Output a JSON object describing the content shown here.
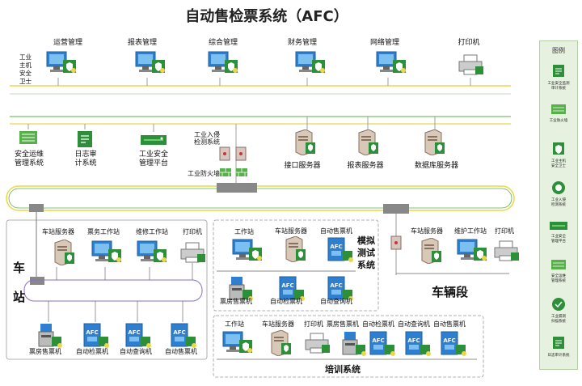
{
  "title": "自动售检票系统（AFC）",
  "top_row": [
    "运营管理",
    "报表管理",
    "综合管理",
    "财务管理",
    "网络管理",
    "打印机"
  ],
  "host_guard": "工业\n主机\n安全\n卫士",
  "security_row": [
    "安全运维\n管理系统",
    "日志审\n计系统",
    "工业安全\n管理平台"
  ],
  "ids_label": "工业入侵\n检测系统",
  "firewall_label": "工业防火墙",
  "servers": [
    "接口服务器",
    "报表服务器",
    "数据库服务器"
  ],
  "station": {
    "name_top": "车",
    "name_bottom": "站",
    "top": [
      "车站服务器",
      "票务工作站",
      "维修工作站",
      "打印机"
    ],
    "bottom": [
      "票房售票机",
      "自动检票机",
      "自动查询机",
      "自动售票机"
    ]
  },
  "sim": {
    "name": "模拟\n测试\n系统",
    "top": [
      "工作站",
      "车站服务器",
      "自动售票机"
    ],
    "bottom": [
      "票房售票机",
      "自动检票机",
      "自动查询机"
    ]
  },
  "depot": {
    "name": "车辆段",
    "top": [
      "车站服务器",
      "维护工作站",
      "打印机"
    ]
  },
  "training": {
    "name": "培训系统",
    "items": [
      "工作站",
      "车站服务器",
      "打印机",
      "票房售票机",
      "自动检票机",
      "自动查询机",
      "自动售票机"
    ]
  },
  "afc_text": "AFC",
  "legend": {
    "title": "图例",
    "items": [
      "工业安全监测\n审计系统",
      "工业防火墙",
      "工业主机\n安全卫士",
      "工业入侵\n检测系统",
      "工业安全\n管理平台",
      "安全运维\n管理系统",
      "工业漏洞\n扫描系统",
      "日志审计系统"
    ]
  },
  "colors": {
    "yellow": "#e8d84a",
    "green": "#58b04a",
    "purple": "#8a6fc4",
    "blue": "#2f7fd0",
    "gray": "#808080"
  }
}
